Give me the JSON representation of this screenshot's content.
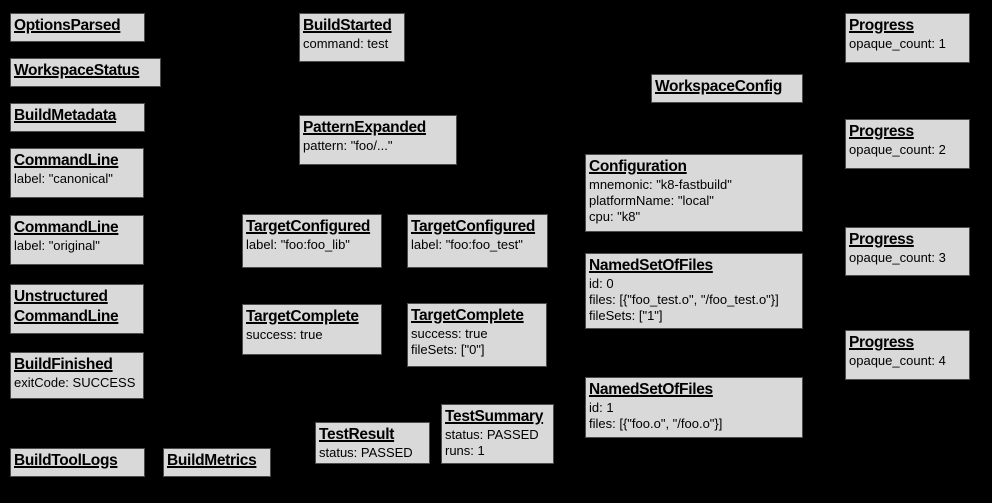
{
  "colors": {
    "background": "#000000",
    "node_fill": "#d9d9d9",
    "node_border": "#4c4c4c",
    "text": "#000000"
  },
  "boxes": [
    {
      "title": "OptionsParsed",
      "lines": []
    },
    {
      "title": "WorkspaceStatus",
      "lines": []
    },
    {
      "title": "BuildMetadata",
      "lines": []
    },
    {
      "title": "CommandLine",
      "lines": [
        "label: \"canonical\""
      ]
    },
    {
      "title": "CommandLine",
      "lines": [
        "label: \"original\""
      ]
    },
    {
      "title": "Unstructured\nCommandLine",
      "lines": []
    },
    {
      "title": "BuildFinished",
      "lines": [
        "exitCode: SUCCESS"
      ]
    },
    {
      "title": "BuildToolLogs",
      "lines": []
    },
    {
      "title": "BuildMetrics",
      "lines": []
    },
    {
      "title": "BuildStarted",
      "lines": [
        "command: test"
      ]
    },
    {
      "title": "PatternExpanded",
      "lines": [
        "pattern: \"foo/...\""
      ]
    },
    {
      "title": "TargetConfigured",
      "lines": [
        "label: \"foo:foo_lib\""
      ]
    },
    {
      "title": "TargetConfigured",
      "lines": [
        "label: \"foo:foo_test\""
      ]
    },
    {
      "title": "TargetComplete",
      "lines": [
        "success: true"
      ]
    },
    {
      "title": "TargetComplete",
      "lines": [
        "success: true",
        "fileSets: [\"0\"]"
      ]
    },
    {
      "title": "TestResult",
      "lines": [
        "status: PASSED"
      ]
    },
    {
      "title": "TestSummary",
      "lines": [
        "status: PASSED",
        "runs: 1"
      ]
    },
    {
      "title": "WorkspaceConfig",
      "lines": []
    },
    {
      "title": "Configuration",
      "lines": [
        "mnemonic: \"k8-fastbuild\"",
        "platformName: \"local\"",
        "cpu: \"k8\""
      ]
    },
    {
      "title": "NamedSetOfFiles",
      "lines": [
        "id: 0",
        "files: [{\"foo_test.o\", \"/foo_test.o\"}]",
        "fileSets: [\"1\"]"
      ]
    },
    {
      "title": "NamedSetOfFiles",
      "lines": [
        "id: 1",
        "files: [{\"foo.o\", \"/foo.o\"}]"
      ]
    },
    {
      "title": "Progress",
      "lines": [
        "opaque_count: 1"
      ]
    },
    {
      "title": "Progress",
      "lines": [
        "opaque_count: 2"
      ]
    },
    {
      "title": "Progress",
      "lines": [
        "opaque_count: 3"
      ]
    },
    {
      "title": "Progress",
      "lines": [
        "opaque_count: 4"
      ]
    }
  ]
}
